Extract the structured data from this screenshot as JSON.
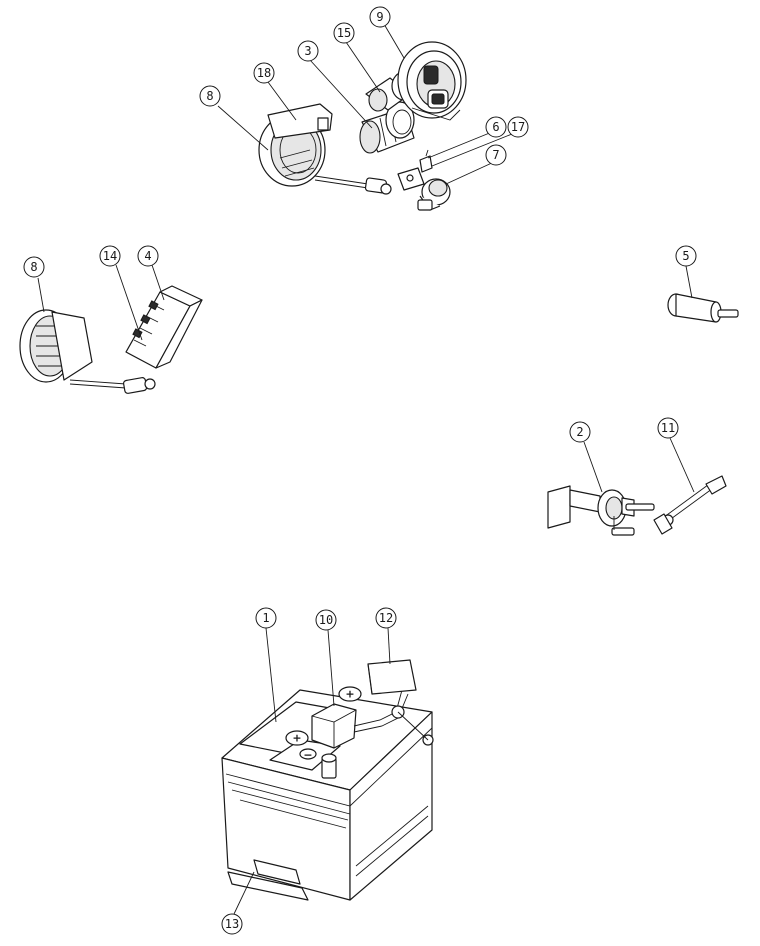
{
  "diagram": {
    "type": "exploded-parts-diagram",
    "line_color": "#1a1a1a",
    "background": "#ffffff",
    "callouts": [
      {
        "id": "c9",
        "label": "9"
      },
      {
        "id": "c15",
        "label": "15"
      },
      {
        "id": "c3",
        "label": "3"
      },
      {
        "id": "c18",
        "label": "18"
      },
      {
        "id": "c8a",
        "label": "8"
      },
      {
        "id": "c6",
        "label": "6"
      },
      {
        "id": "c17",
        "label": "17"
      },
      {
        "id": "c7",
        "label": "7"
      },
      {
        "id": "c8b",
        "label": "8"
      },
      {
        "id": "c14",
        "label": "14"
      },
      {
        "id": "c4",
        "label": "4"
      },
      {
        "id": "c5",
        "label": "5"
      },
      {
        "id": "c2",
        "label": "2"
      },
      {
        "id": "c11",
        "label": "11"
      },
      {
        "id": "c1",
        "label": "1"
      },
      {
        "id": "c10",
        "label": "10"
      },
      {
        "id": "c12",
        "label": "12"
      },
      {
        "id": "c13",
        "label": "13"
      }
    ],
    "battery_terminal_symbols": [
      "+",
      "+",
      "−"
    ]
  }
}
